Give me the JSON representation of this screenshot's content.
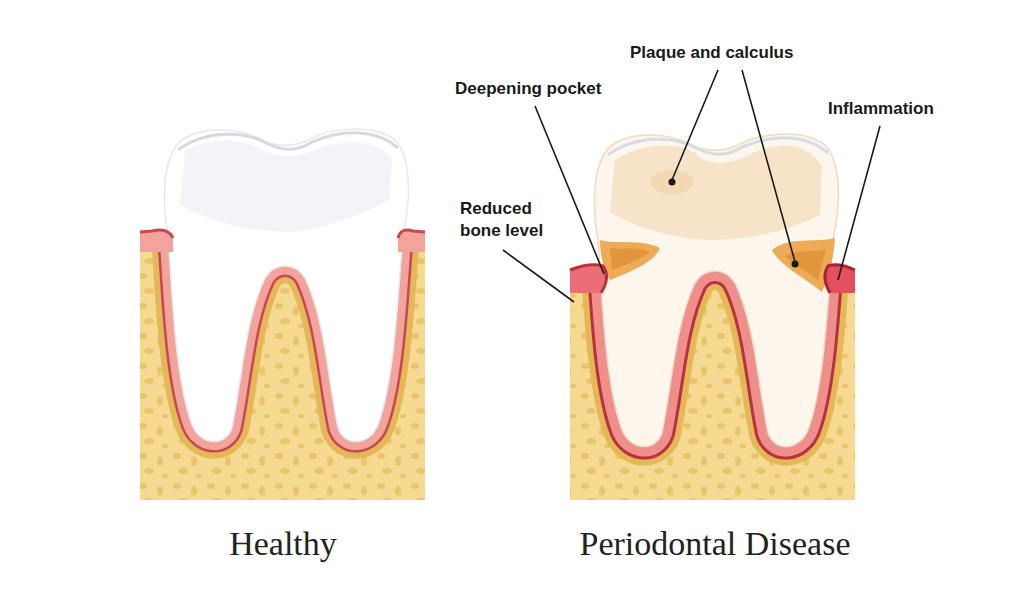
{
  "diagram": {
    "labels": [
      "Plaque and calculus",
      "Deepening pocket",
      "Inflammation",
      "Reduced bone level",
      "Healthy",
      "Periodontal Disease"
    ]
  }
}
